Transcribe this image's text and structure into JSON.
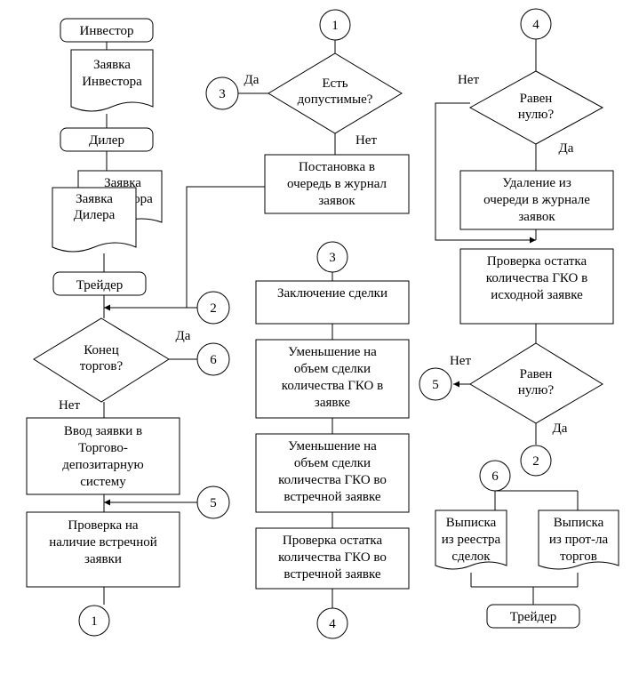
{
  "col1": {
    "investor": "Инвестор",
    "investor_order": [
      "Заявка",
      "Инвестора"
    ],
    "dealer": "Дилер",
    "back_order": [
      "Заявка",
      "Инвестора"
    ],
    "dealer_order": [
      "Заявка",
      "Дилера"
    ],
    "trader": "Трейдер",
    "end_trading": [
      "Конец",
      "торгов?"
    ],
    "yes": "Да",
    "no": "Нет",
    "enter_order": [
      "Ввод заявки в",
      "Торгово-",
      "депозитарную",
      "систему"
    ],
    "check_counter": [
      "Проверка на",
      "наличие встречной",
      "заявки"
    ]
  },
  "col2": {
    "any_acceptable": [
      "Есть",
      "допустимые?"
    ],
    "yes": "Да",
    "no": "Нет",
    "queue": [
      "Постановка в",
      "очередь в журнал",
      "заявок"
    ],
    "deal": [
      "Заключение сделки"
    ],
    "reduce_own": [
      "Уменьшение на",
      "объем сделки",
      "количества ГКО в",
      "заявке"
    ],
    "reduce_counter": [
      "Уменьшение на",
      "объем сделки",
      "количества ГКО во",
      "встречной заявке"
    ],
    "check_counter_rest": [
      "Проверка остатка",
      "количества ГКО во",
      "встречной заявке"
    ]
  },
  "col3": {
    "is_zero_1": [
      "Равен",
      "нулю?"
    ],
    "no_1": "Нет",
    "yes_1": "Да",
    "remove": [
      "Удаление из",
      "очереди в журнале",
      "заявок"
    ],
    "check_source_rest": [
      "Проверка остатка",
      "количества ГКО в",
      "исходной заявке"
    ],
    "is_zero_2": [
      "Равен",
      "нулю?"
    ],
    "no_2": "Нет",
    "yes_2": "Да",
    "registry_extract": [
      "Выписка",
      "из реестра",
      "сделок"
    ],
    "protocol_extract": [
      "Выписка",
      "из прот-ла",
      "торгов"
    ],
    "trader": "Трейдер"
  },
  "connectors": {
    "c1_bottom": "1",
    "c1_top": "1",
    "c2_left": "2",
    "c2_right": "2",
    "c3_left": "3",
    "c3_top": "3",
    "c4_bottom": "4",
    "c4_top": "4",
    "c5_left": "5",
    "c5_right": "5",
    "c6_left": "6",
    "c6_top": "6"
  }
}
